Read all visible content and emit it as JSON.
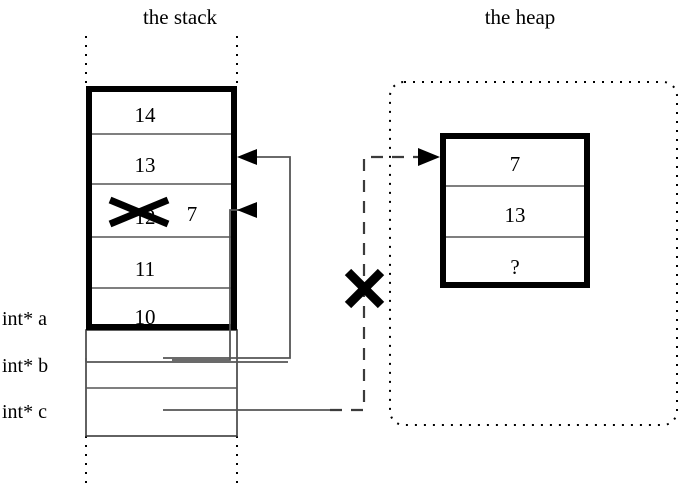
{
  "titles": {
    "stack": "the stack",
    "heap": "the heap"
  },
  "stack": {
    "cells": [
      {
        "value": "14",
        "struck": false
      },
      {
        "value": "13",
        "struck": false
      },
      {
        "value": "12",
        "struck": true,
        "new_value": "7"
      },
      {
        "value": "11",
        "struck": false
      },
      {
        "value": "10",
        "struck": false
      }
    ],
    "pointer_labels": [
      {
        "name": "int* a"
      },
      {
        "name": "int* b"
      },
      {
        "name": "int* c"
      }
    ]
  },
  "heap": {
    "cells": [
      {
        "value": "7"
      },
      {
        "value": "13"
      },
      {
        "value": "?"
      }
    ]
  },
  "annotations": {
    "invalidated_pointer_cross": "X",
    "overwritten_value_cross": "X"
  },
  "colors": {
    "ink": "#000000",
    "thin_line": "#3b3b3b",
    "divider": "#555555",
    "background": "#ffffff"
  }
}
